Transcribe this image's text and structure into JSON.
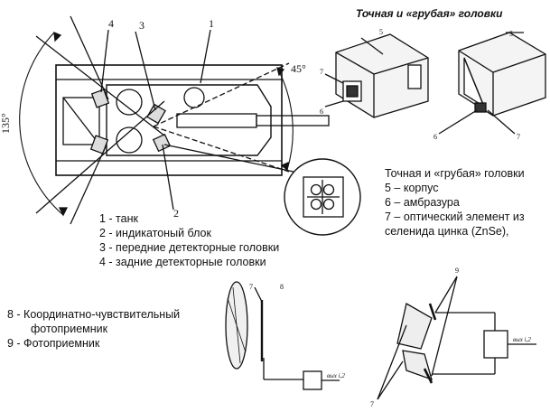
{
  "header": {
    "title": "Точная и «грубая»  головки"
  },
  "tank_labels": {
    "l1": "1",
    "l2": "2",
    "l3": "3",
    "l4": "4",
    "angle45": "45°",
    "angle135": "135°"
  },
  "tank_legend": [
    "1 - танк",
    "2 - индикатоный блок",
    "3 - передние детекторные головки",
    "4 - задние детекторные головки"
  ],
  "head_labels": {
    "h5": "5",
    "h6": "6",
    "h7": "7"
  },
  "heads_legend": {
    "title": "Точная и «грубая» головки",
    "items": [
      "5 – корпус",
      "6 – амбразура",
      "7 –  оптический элемент из",
      "селенида цинка (ZnSe),"
    ]
  },
  "sensor_legend": [
    "8 - Координатно-чувствительный",
    "фотоприемник",
    "9 - Фотоприемник"
  ],
  "optics_labels": {
    "o7": "7",
    "o8": "8",
    "out1": "вых і,2",
    "o9": "9",
    "o7b": "7",
    "out2": "вых і,2"
  }
}
